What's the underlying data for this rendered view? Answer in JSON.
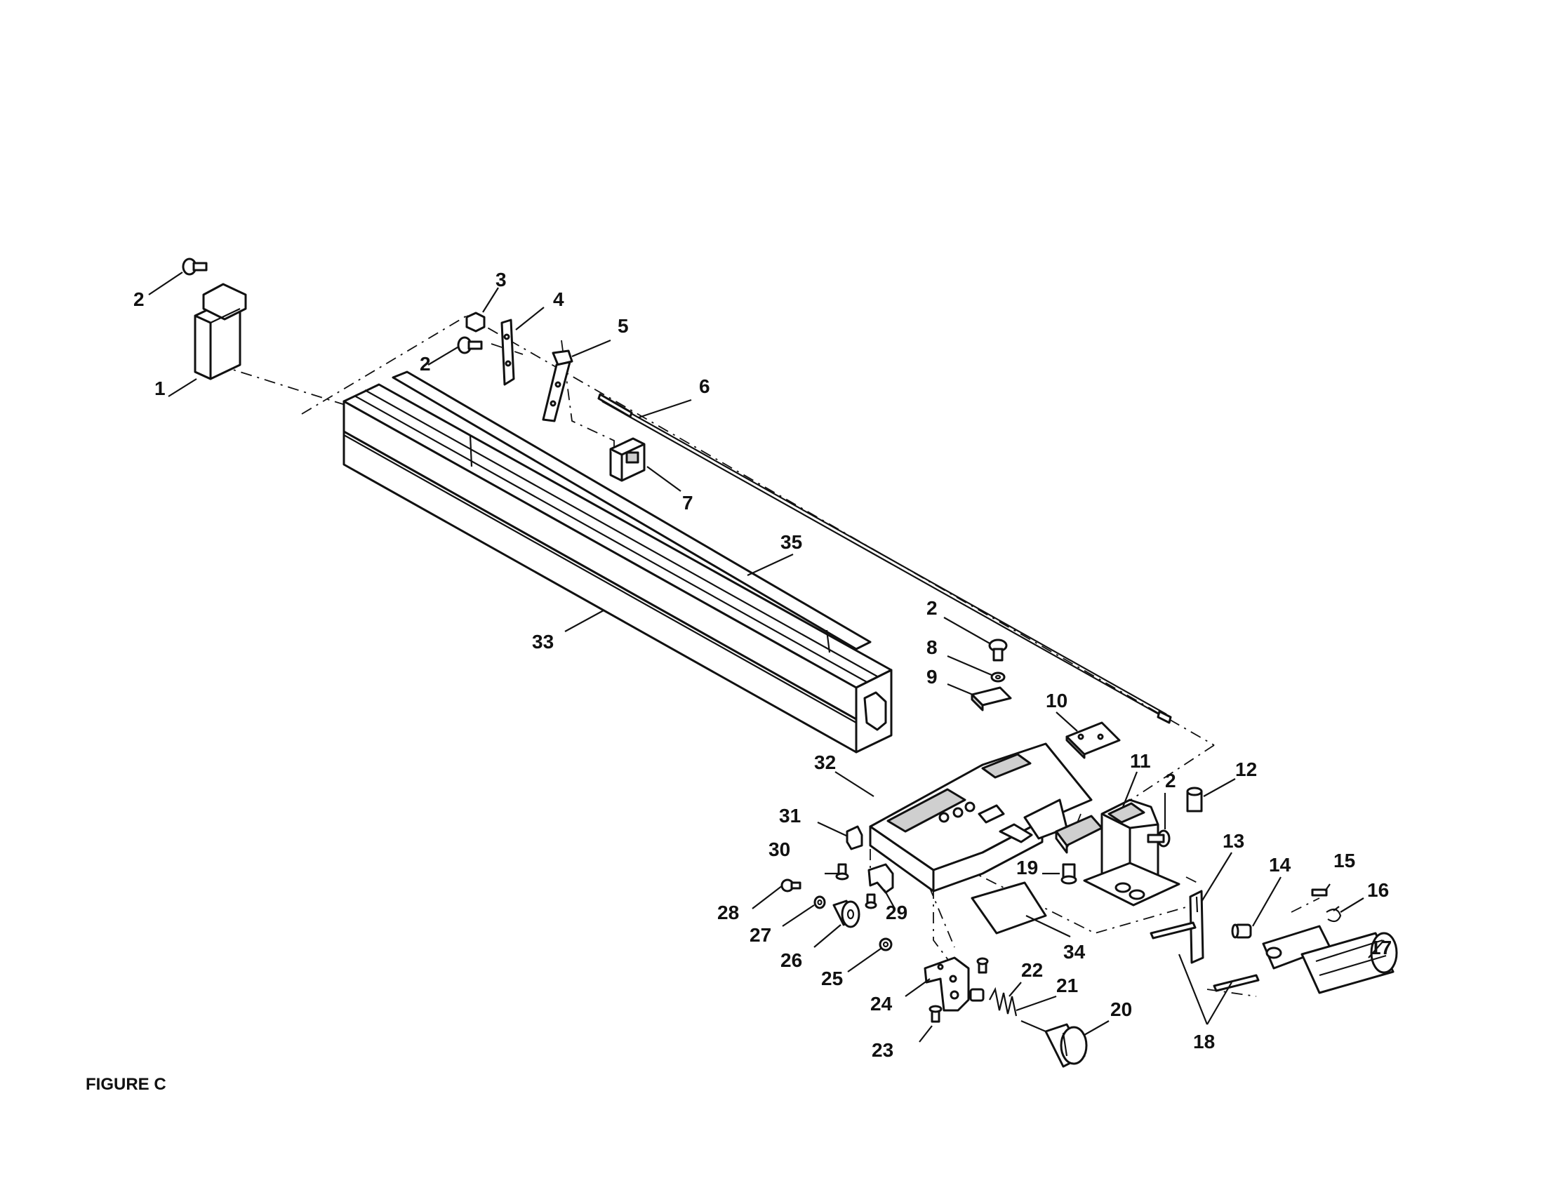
{
  "figure_label": "FIGURE C",
  "callouts": {
    "c1": "1",
    "c2a": "2",
    "c2b": "2",
    "c2c": "2",
    "c2d": "2",
    "c3": "3",
    "c4": "4",
    "c5": "5",
    "c6": "6",
    "c7": "7",
    "c8": "8",
    "c9": "9",
    "c10": "10",
    "c11": "11",
    "c12": "12",
    "c13": "13",
    "c14": "14",
    "c15": "15",
    "c16": "16",
    "c17": "17",
    "c18": "18",
    "c19": "19",
    "c20": "20",
    "c21": "21",
    "c22": "22",
    "c23": "23",
    "c24": "24",
    "c25": "25",
    "c26": "26",
    "c27": "27",
    "c28": "28",
    "c29": "29",
    "c30": "30",
    "c31": "31",
    "c32": "32",
    "c33": "33",
    "c34": "34",
    "c35": "35"
  }
}
